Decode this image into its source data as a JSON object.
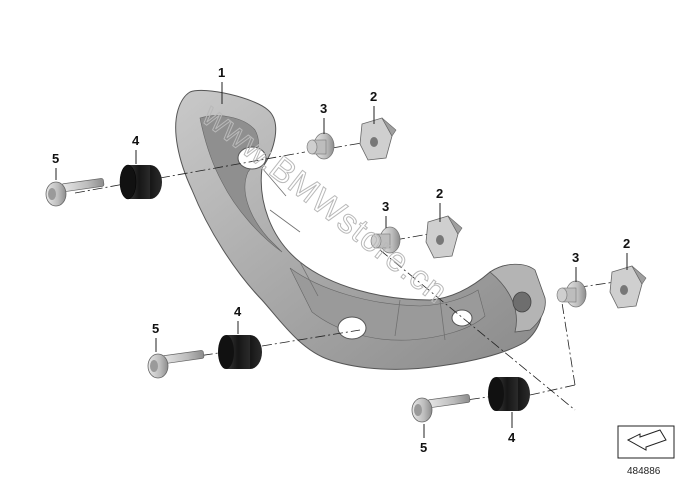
{
  "diagram": {
    "watermark": "www.BMWstore.cn",
    "reference_number": "484886",
    "callouts": [
      "1",
      "2",
      "3",
      "4",
      "5"
    ],
    "colors": {
      "bracket": "#a9a9a9",
      "bracket_dark": "#7d7d7d",
      "rubber": "#1f1f1f",
      "metal": "#c8c8c8",
      "line": "#222222"
    },
    "icons": [
      "direction-arrow-icon"
    ]
  }
}
